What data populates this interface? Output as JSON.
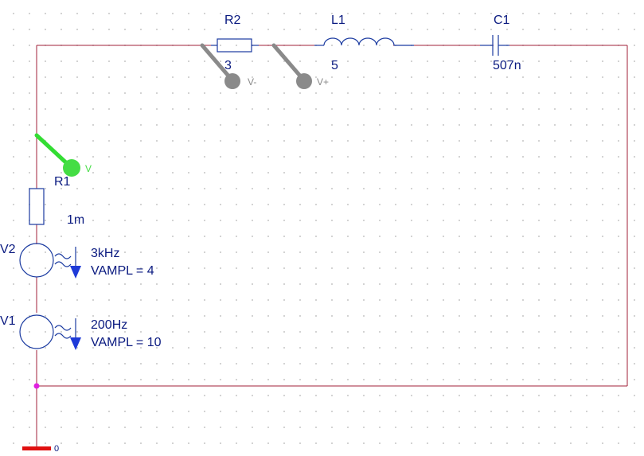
{
  "components": {
    "r2": {
      "ref": "R2",
      "value": "3"
    },
    "l1": {
      "ref": "L1",
      "value": "5"
    },
    "c1": {
      "ref": "C1",
      "value": "507n"
    },
    "r1": {
      "ref": "R1",
      "value": "1m"
    },
    "v2": {
      "ref": "V2",
      "freq": "3kHz",
      "ampl": "VAMPL = 4"
    },
    "v1": {
      "ref": "V1",
      "freq": "200Hz",
      "ampl": "VAMPL = 10"
    },
    "gnd": {
      "label": "0"
    }
  },
  "probes": {
    "v_minus": {
      "label": "V-",
      "color": "#8a8a8a"
    },
    "v_plus": {
      "label": "V+",
      "color": "#8a8a8a"
    },
    "v": {
      "label": "V",
      "color": "#44dd44"
    }
  },
  "colors": {
    "wire": "#a0203a",
    "component": "#1a3aa0",
    "text": "#0a1a80",
    "junction": "#e020e0",
    "ground": "#e01010"
  }
}
